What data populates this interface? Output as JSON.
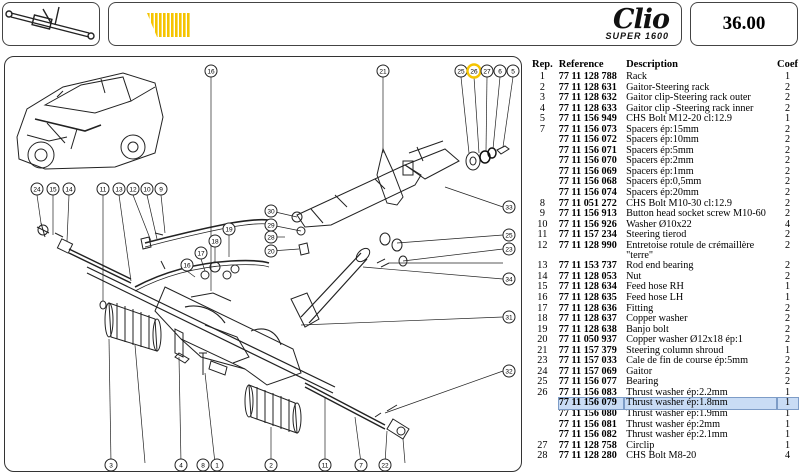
{
  "header": {
    "brand_main": "Clio",
    "brand_sub": "SUPER 1600",
    "page_number": "36.00",
    "accent_color": "#f5c400"
  },
  "table": {
    "headers": {
      "rep": "Rep.",
      "reference": "Reference",
      "description": "Description",
      "coef": "Coef"
    },
    "rows": [
      {
        "rep": "1",
        "ref": "77 11 128 788",
        "desc": "Rack",
        "coef": "1"
      },
      {
        "rep": "2",
        "ref": "77 11 128 631",
        "desc": "Gaitor-Steering rack",
        "coef": "2"
      },
      {
        "rep": "3",
        "ref": "77 11 128 632",
        "desc": "Gaitor clip-Steering rack outer",
        "coef": "2"
      },
      {
        "rep": "4",
        "ref": "77 11 128 633",
        "desc": "Gaitor clip -Steering rack inner",
        "coef": "2"
      },
      {
        "rep": "5",
        "ref": "77 11 156 949",
        "desc": "CHS Bolt M12-20 cl:12.9",
        "coef": "1"
      },
      {
        "rep": "7",
        "ref": "77 11 156 073",
        "desc": "Spacers ép:15mm",
        "coef": "2"
      },
      {
        "rep": "",
        "ref": "77 11 156 072",
        "desc": "Spacers ép:10mm",
        "coef": "2"
      },
      {
        "rep": "",
        "ref": "77 11 156 071",
        "desc": "Spacers ép:5mm",
        "coef": "2"
      },
      {
        "rep": "",
        "ref": "77 11 156 070",
        "desc": "Spacers ép:2mm",
        "coef": "2"
      },
      {
        "rep": "",
        "ref": "77 11 156 069",
        "desc": "Spacers ép:1mm",
        "coef": "2"
      },
      {
        "rep": "",
        "ref": "77 11 156 068",
        "desc": "Spacers ép:0,5mm",
        "coef": "2"
      },
      {
        "rep": "",
        "ref": "77 11 156 074",
        "desc": "Spacers ép:20mm",
        "coef": "2"
      },
      {
        "rep": "8",
        "ref": "77 11 051 272",
        "desc": "CHS Bolt M10-30 cl:12.9",
        "coef": "2"
      },
      {
        "rep": "9",
        "ref": "77 11 156 913",
        "desc": "Button head socket screw M10-60",
        "coef": "2"
      },
      {
        "rep": "10",
        "ref": "77 11 156 926",
        "desc": "Washer Ø10x22",
        "coef": "4"
      },
      {
        "rep": "11",
        "ref": "77 11 157 234",
        "desc": "Steering tierod",
        "coef": "2"
      },
      {
        "rep": "12",
        "ref": "77 11 128 990",
        "desc": "Entretoise rotule de crémaillère \"terre\"",
        "coef": "2",
        "wrap": true
      },
      {
        "rep": "13",
        "ref": "77 11 153 737",
        "desc": "Rod end bearing",
        "coef": "2"
      },
      {
        "rep": "14",
        "ref": "77 11 128 053",
        "desc": "Nut",
        "coef": "2"
      },
      {
        "rep": "15",
        "ref": "77 11 128 634",
        "desc": "Feed hose RH",
        "coef": "1"
      },
      {
        "rep": "16",
        "ref": "77 11 128 635",
        "desc": "Feed hose LH",
        "coef": "1"
      },
      {
        "rep": "17",
        "ref": "77 11 128 636",
        "desc": "Fitting",
        "coef": "2"
      },
      {
        "rep": "18",
        "ref": "77 11 128 637",
        "desc": "Copper washer",
        "coef": "2"
      },
      {
        "rep": "19",
        "ref": "77 11 128 638",
        "desc": "Banjo bolt",
        "coef": "2"
      },
      {
        "rep": "20",
        "ref": "77 11 050 937",
        "desc": "Copper washer Ø12x18 ép:1",
        "coef": "2"
      },
      {
        "rep": "21",
        "ref": "77 11 157 379",
        "desc": "Steering column shroud",
        "coef": "1"
      },
      {
        "rep": "23",
        "ref": "77 11 157 033",
        "desc": "Cale de fin de course ép:5mm",
        "coef": "2"
      },
      {
        "rep": "24",
        "ref": "77 11 157 069",
        "desc": "Gaitor",
        "coef": "2"
      },
      {
        "rep": "25",
        "ref": "77 11 156 077",
        "desc": "Bearing",
        "coef": "2"
      },
      {
        "rep": "26",
        "ref": "77 11 156 083",
        "desc": "Thrust washer ép:2.2mm",
        "coef": "1"
      },
      {
        "rep": "",
        "ref": "77 11 156 079",
        "desc": "Thrust washer ép:1.8mm",
        "coef": "1",
        "selected": true
      },
      {
        "rep": "",
        "ref": "77 11 156 080",
        "desc": "Thrust washer ép:1.9mm",
        "coef": "1"
      },
      {
        "rep": "",
        "ref": "77 11 156 081",
        "desc": "Thrust washer ép:2mm",
        "coef": "1"
      },
      {
        "rep": "",
        "ref": "77 11 156 082",
        "desc": "Thrust washer ép:2.1mm",
        "coef": "1"
      },
      {
        "rep": "27",
        "ref": "77 11 128 758",
        "desc": "Circlip",
        "coef": "1"
      },
      {
        "rep": "28",
        "ref": "77 11 128 280",
        "desc": "CHS Bolt M8-20",
        "coef": "4"
      }
    ]
  },
  "callouts": {
    "top_row": [
      "25",
      "26",
      "27",
      "6",
      "5"
    ],
    "c16": "16",
    "c21": "21",
    "c24": "24",
    "c15": "15",
    "c14": "14",
    "c11": "11",
    "c13": "13",
    "c12": "12",
    "c10": "10",
    "c9": "9",
    "c30": "30",
    "c29": "29",
    "c28": "28",
    "c20": "20",
    "c19": "19",
    "c18": "18",
    "c17": "17",
    "c33": "33",
    "c25": "25",
    "c23": "23",
    "c34": "34",
    "c31": "31",
    "c32": "32",
    "b3": "3",
    "b4": "4",
    "b8": "8",
    "b2": "2",
    "b7": "7",
    "b22": "22",
    "b1": "1"
  }
}
